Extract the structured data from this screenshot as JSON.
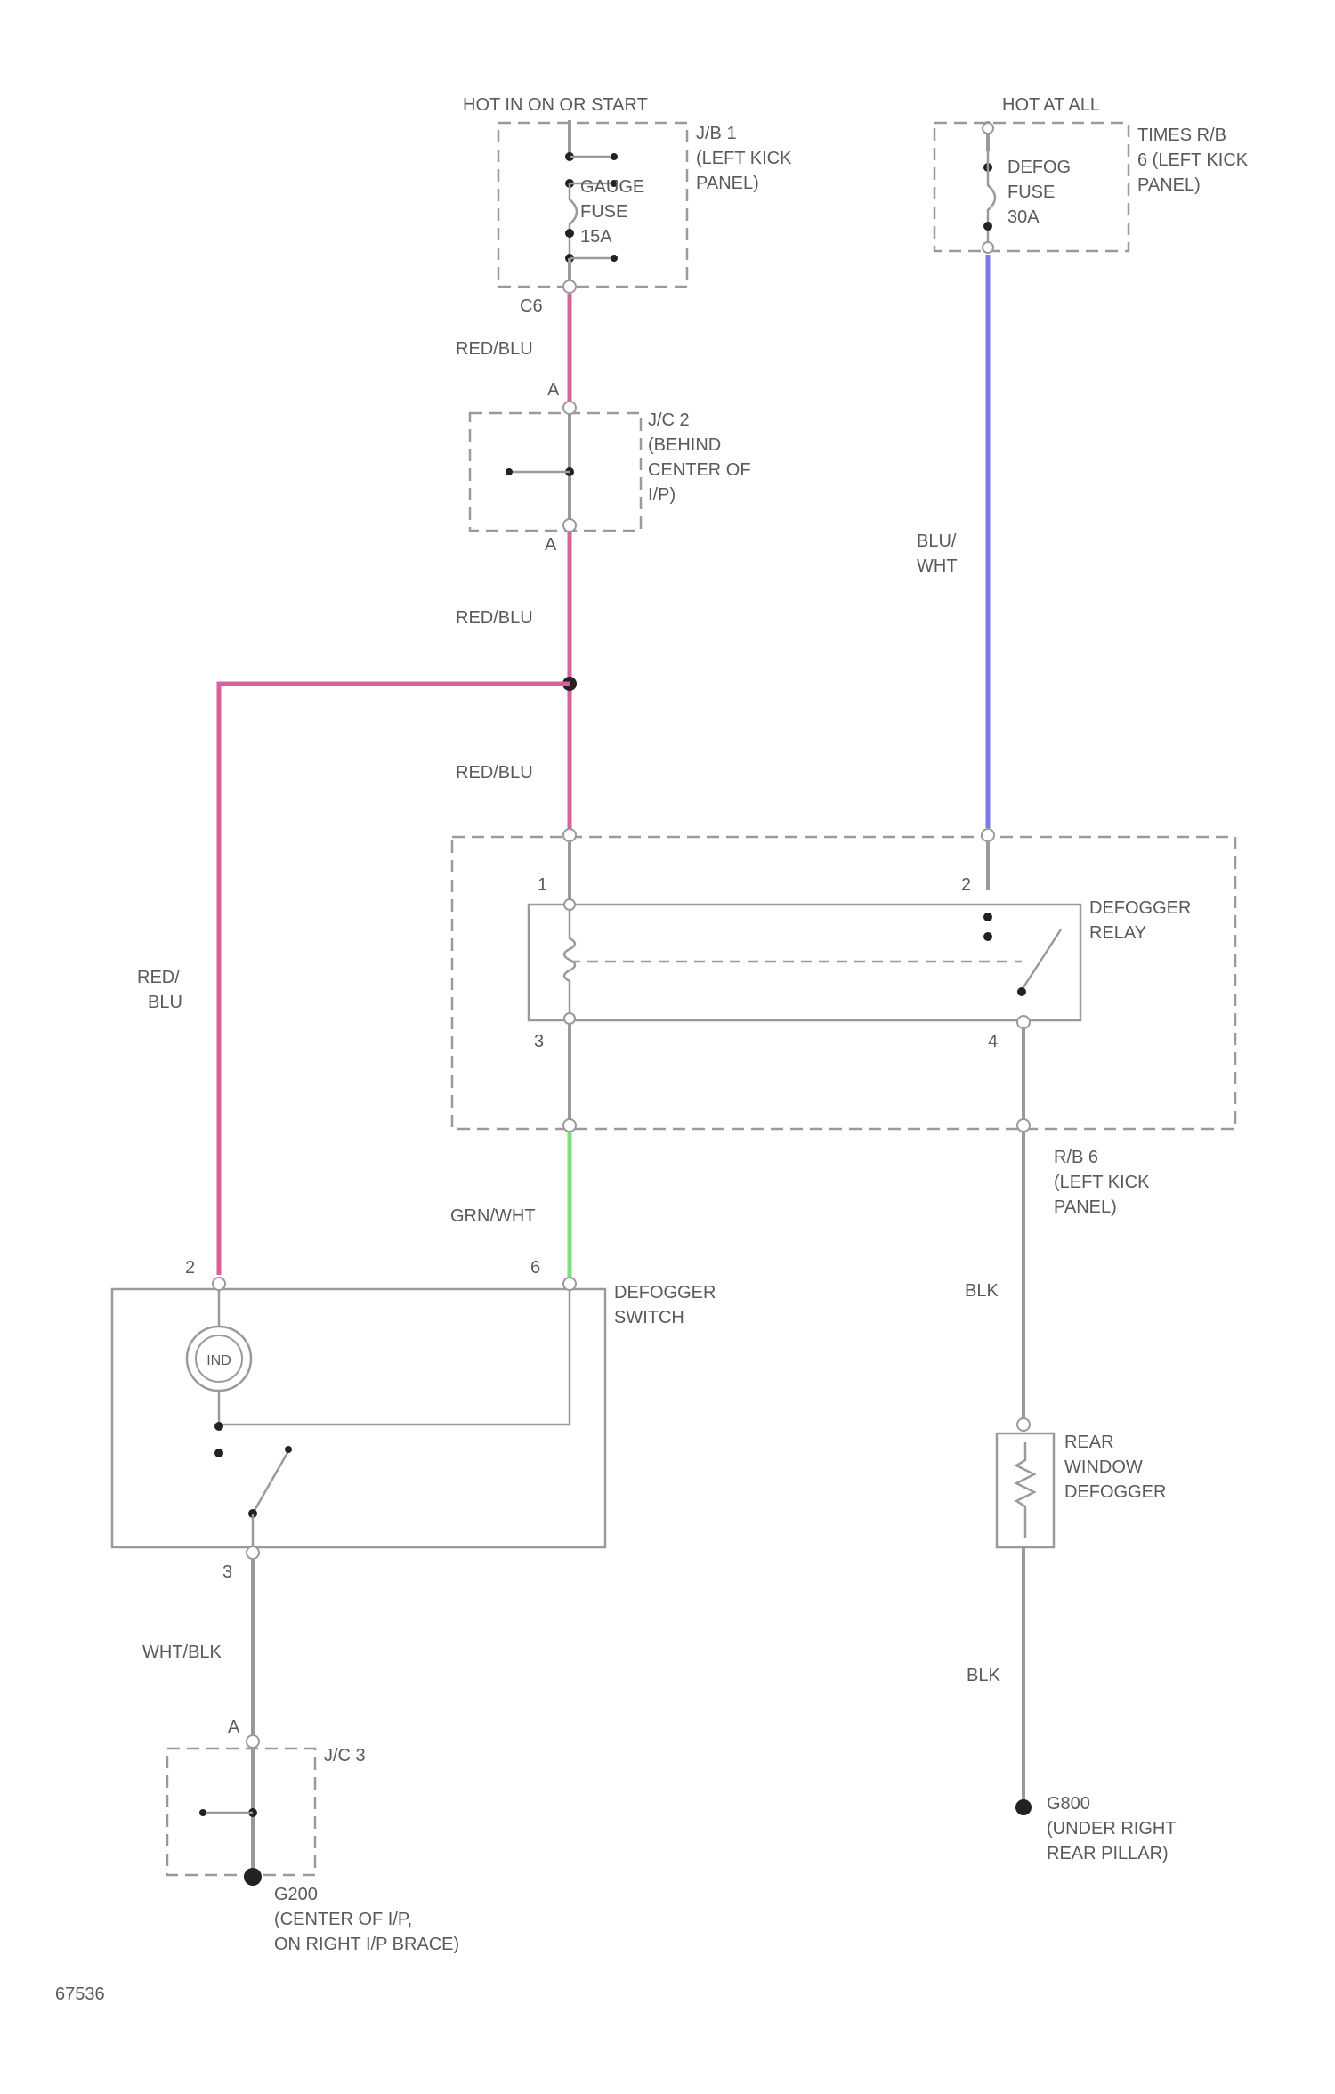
{
  "power": {
    "left_source": "HOT IN ON OR START",
    "right_source": "HOT AT ALL"
  },
  "components": {
    "jb1": {
      "name": "J/B 1",
      "location_lines": [
        "(LEFT KICK",
        "PANEL)"
      ],
      "fuse_lines": [
        "GAUGE",
        "FUSE",
        "15A"
      ],
      "connector": "C6"
    },
    "defog_fuse": {
      "fuse_lines": [
        "DEFOG",
        "FUSE",
        "30A"
      ],
      "block_lines": [
        "TIMES R/B",
        "6 (LEFT KICK",
        "PANEL)"
      ]
    },
    "jc2": {
      "lines": [
        "J/C 2",
        "(BEHIND",
        "CENTER OF",
        "I/P)"
      ],
      "pin_top": "A",
      "pin_bottom": "A"
    },
    "relay": {
      "lines": [
        "DEFOGGER",
        "RELAY"
      ],
      "pins": [
        "1",
        "2",
        "3",
        "4"
      ]
    },
    "rb6": {
      "lines": [
        "R/B 6",
        "(LEFT KICK",
        "PANEL)"
      ]
    },
    "switch": {
      "lines": [
        "DEFOGGER",
        "SWITCH"
      ],
      "pins": [
        "2",
        "6",
        "3"
      ],
      "indicator": "IND"
    },
    "rear_defogger": {
      "lines": [
        "REAR",
        "WINDOW",
        "DEFOGGER"
      ]
    },
    "jc3": {
      "name": "J/C 3",
      "pin": "A"
    },
    "g200": {
      "lines": [
        "G200",
        "(CENTER OF I/P,",
        "ON RIGHT I/P BRACE)"
      ]
    },
    "g800": {
      "lines": [
        "G800",
        "(UNDER RIGHT",
        "REAR PILLAR)"
      ]
    }
  },
  "wires": {
    "red_blu_1": "RED/BLU",
    "red_blu_2": "RED/BLU",
    "red_blu_3": "RED/BLU",
    "red_blu_left": [
      "RED/",
      "BLU"
    ],
    "blu_wht": [
      "BLU/",
      "WHT"
    ],
    "grn_wht": "GRN/WHT",
    "blk_1": "BLK",
    "blk_2": "BLK",
    "wht_blk": "WHT/BLK"
  },
  "colors": {
    "red_blu": "#d9609a",
    "blu_wht": "#7b7bea",
    "grn_wht": "#7ee07e",
    "blk": "#9a9a9a"
  },
  "figure_id": "67536"
}
